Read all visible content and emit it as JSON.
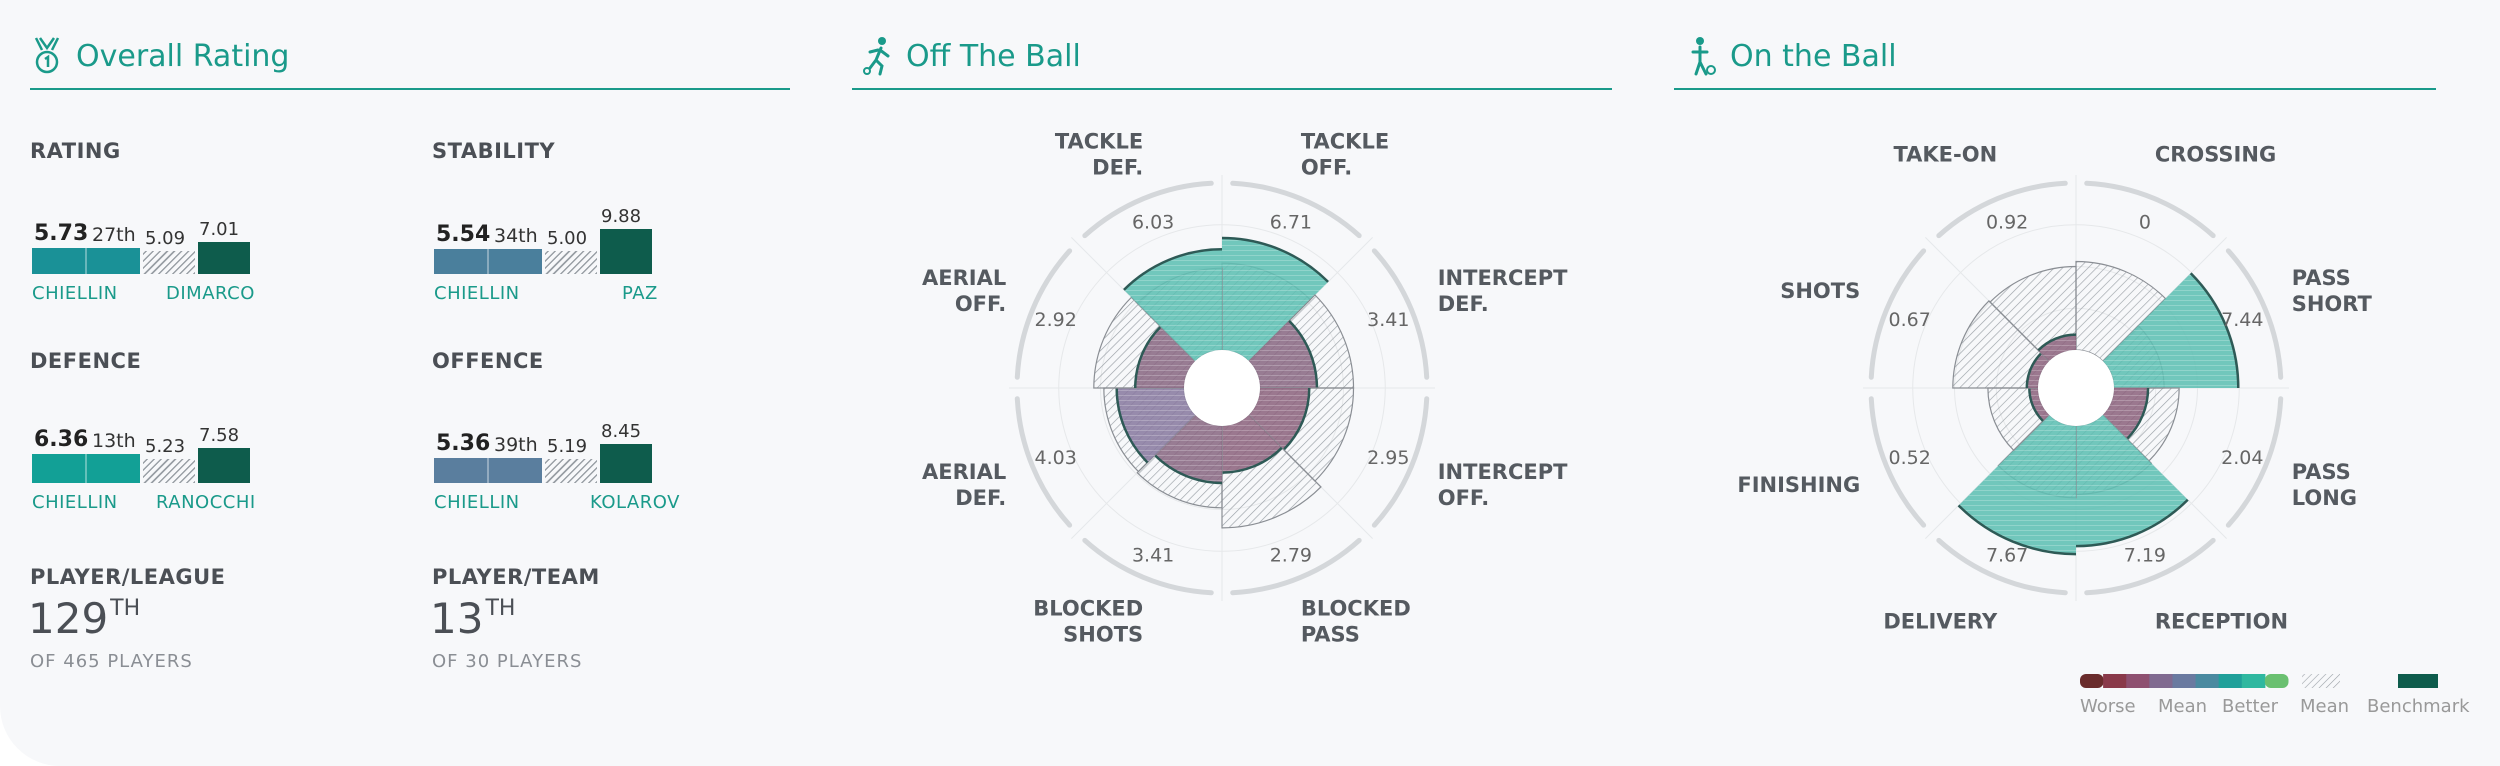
{
  "sections": {
    "overall": "Overall Rating",
    "off": "Off The Ball",
    "on": "On the Ball"
  },
  "metrics": [
    {
      "title": "RATING",
      "value": "5.73",
      "rank": "27th",
      "mean": "5.09",
      "bench": "7.01",
      "player": "CHIELLIN",
      "benchName": "DIMARCO",
      "v": 5.73,
      "m": 5.09,
      "b": 7.01,
      "color": "#1a9197"
    },
    {
      "title": "STABILITY",
      "value": "5.54",
      "rank": "34th",
      "mean": "5.00",
      "bench": "9.88",
      "player": "CHIELLIN",
      "benchName": "PAZ",
      "v": 5.54,
      "m": 5.0,
      "b": 9.88,
      "color": "#4a7f9c"
    },
    {
      "title": "DEFENCE",
      "value": "6.36",
      "rank": "13th",
      "mean": "5.23",
      "bench": "7.58",
      "player": "CHIELLIN",
      "benchName": "RANOCCHI",
      "v": 6.36,
      "m": 5.23,
      "b": 7.58,
      "color": "#12a096"
    },
    {
      "title": "OFFENCE",
      "value": "5.36",
      "rank": "39th",
      "mean": "5.19",
      "bench": "8.45",
      "player": "CHIELLIN",
      "benchName": "KOLAROV",
      "v": 5.36,
      "m": 5.19,
      "b": 8.45,
      "color": "#5a7e9e"
    }
  ],
  "ranks": [
    {
      "title": "PLAYER/LEAGUE",
      "num": "129",
      "suffix": "TH",
      "sub": "OF 465 PLAYERS"
    },
    {
      "title": "PLAYER/TEAM",
      "num": "13",
      "suffix": "TH",
      "sub": "OF 30 PLAYERS"
    }
  ],
  "chart_data": [
    {
      "type": "polar-bar",
      "title": "Off The Ball",
      "max": 10,
      "categories": [
        "TACKLE OFF.",
        "INTERCEPT DEF.",
        "INTERCEPT OFF.",
        "BLOCKED PASS",
        "BLOCKED SHOTS",
        "AERIAL DEF.",
        "AERIAL OFF.",
        "TACKLE DEF."
      ],
      "label_lines": [
        [
          "TACKLE",
          "OFF."
        ],
        [
          "INTERCEPT",
          "DEF."
        ],
        [
          "INTERCEPT",
          "OFF."
        ],
        [
          "BLOCKED",
          "PASS"
        ],
        [
          "BLOCKED",
          "SHOTS"
        ],
        [
          "AERIAL",
          "DEF."
        ],
        [
          "AERIAL",
          "OFF."
        ],
        [
          "TACKLE",
          "DEF."
        ]
      ],
      "values": [
        6.71,
        3.41,
        2.95,
        2.79,
        3.41,
        4.03,
        2.92,
        6.03
      ],
      "value_labels": [
        "6.71",
        "3.41",
        "2.95",
        "2.79",
        "3.41",
        "4.03",
        "2.92",
        "6.03"
      ],
      "means": [
        5.2,
        5.6,
        5.6,
        6.1,
        4.9,
        4.8,
        5.4,
        4.9
      ],
      "colors": [
        "#5fbfb3",
        "#8b6a84",
        "#8e6580",
        "#8e6580",
        "#8b6a84",
        "#8a7ba0",
        "#8b6a84",
        "#5fbfb3"
      ]
    },
    {
      "type": "polar-bar",
      "title": "On the Ball",
      "max": 10,
      "categories": [
        "CROSSING",
        "PASS SHORT",
        "PASS LONG",
        "RECEPTION",
        "DELIVERY",
        "FINISHING",
        "SHOTS",
        "TAKE-ON"
      ],
      "label_lines": [
        [
          "CROSSING"
        ],
        [
          "PASS",
          "SHORT"
        ],
        [
          "PASS",
          "LONG"
        ],
        [
          "RECEPTION"
        ],
        [
          "DELIVERY"
        ],
        [
          "FINISHING"
        ],
        [
          "SHOTS"
        ],
        [
          "TAKE-ON"
        ]
      ],
      "values": [
        0,
        7.44,
        2.04,
        7.19,
        7.67,
        0.52,
        0.67,
        0.92
      ],
      "value_labels": [
        "0",
        "7.44",
        "2.04",
        "7.19",
        "7.67",
        "0.52",
        "0.67",
        "0.92"
      ],
      "means": [
        5.3,
        3.0,
        3.9,
        4.1,
        4.3,
        3.0,
        5.1,
        5.0
      ],
      "colors": [
        "#8e6580",
        "#5fbfb3",
        "#8e6580",
        "#5fbfb3",
        "#5fbfb3",
        "#8e6580",
        "#8e6580",
        "#8e6580"
      ]
    }
  ],
  "legend": {
    "worse": "Worse",
    "mean": "Mean",
    "better": "Better",
    "mean2": "Mean",
    "bench": "Benchmark",
    "gradient": [
      "#6a2c2c",
      "#8a3a4a",
      "#8e5070",
      "#806a90",
      "#6a7aa0",
      "#4a8aa0",
      "#20a09a",
      "#2fb8a0",
      "#6ac070"
    ]
  }
}
